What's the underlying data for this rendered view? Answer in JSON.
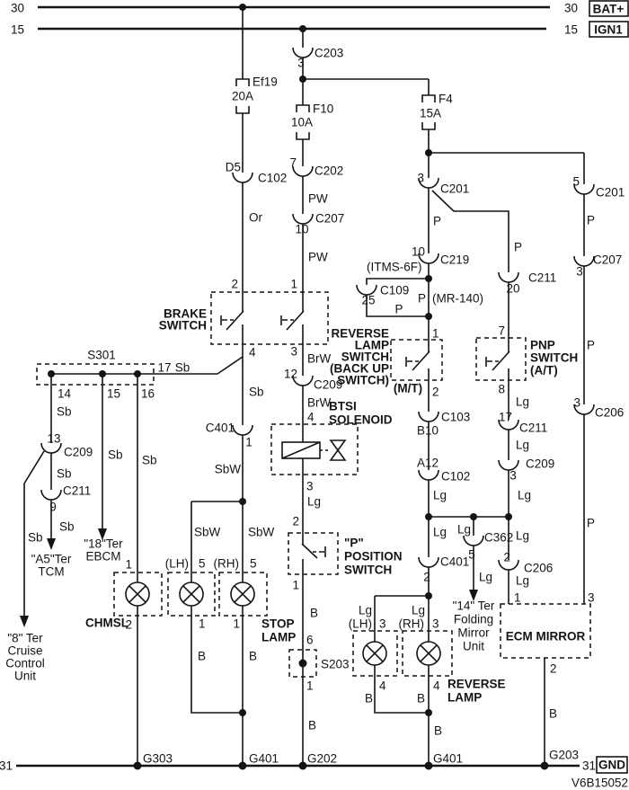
{
  "rails": {
    "r30": {
      "left_num": "30",
      "right_num": "30",
      "tag": "BAT+"
    },
    "r15": {
      "left_num": "15",
      "right_num": "15",
      "tag": "IGN1"
    },
    "r31": {
      "left_num": "31",
      "right_num": "31",
      "tag": "GND"
    }
  },
  "doc_code": "V6B15052",
  "fuses": {
    "ef19": {
      "name": "Ef19",
      "rating": "20A"
    },
    "f10": {
      "name": "F10",
      "rating": "10A"
    },
    "f4": {
      "name": "F4",
      "rating": "15A"
    }
  },
  "wire_colors": {
    "or": "Or",
    "pw": "PW",
    "sb": "Sb",
    "sbw": "SbW",
    "brw": "BrW",
    "lg": "Lg",
    "b": "B",
    "p": "P"
  },
  "connectors": {
    "c203": {
      "pin": "3",
      "name": "C203"
    },
    "c102_d5": {
      "pin": "D5",
      "name": "C102"
    },
    "c202": {
      "pin": "7",
      "name": "C202"
    },
    "c207_10": {
      "pin": "10",
      "name": "C207"
    },
    "c201_3": {
      "pin": "3",
      "name": "C201"
    },
    "c201_5": {
      "pin": "5",
      "name": "C201"
    },
    "c219": {
      "pin": "10",
      "name": "C219"
    },
    "c109": {
      "pin": "25",
      "name": "C109"
    },
    "c211_20": {
      "pin": "20",
      "name": "C211"
    },
    "c207_3": {
      "pin": "3",
      "name": "C207"
    },
    "c209_12": {
      "pin": "12",
      "name": "C209"
    },
    "c209_13": {
      "pin": "13",
      "name": "C209"
    },
    "c211_9": {
      "pin": "9",
      "name": "C211"
    },
    "c211_17": {
      "pin": "17",
      "name": "C211"
    },
    "c209_3": {
      "pin": "3",
      "name": "C209"
    },
    "c206_3": {
      "pin": "3",
      "name": "C206"
    },
    "c103": {
      "pin": "B10",
      "name": "C103"
    },
    "c102_a12": {
      "pin": "A12",
      "name": "C102"
    },
    "c401_1": {
      "pin": "1",
      "name": "C401"
    },
    "c401_2": {
      "pin": "2",
      "name": "C401"
    },
    "c362": {
      "pin": "5",
      "name": "C362"
    },
    "c206_2": {
      "pin": "2",
      "name": "C206"
    }
  },
  "splices": {
    "s301": {
      "name": "S301",
      "pins": {
        "p14": "14",
        "p15": "15",
        "p16": "16",
        "p17": "17"
      }
    },
    "s203": {
      "name": "S203",
      "pins": {
        "p6": "6",
        "p1": "1"
      }
    }
  },
  "components": {
    "brake_switch": {
      "lines": [
        "BRAKE",
        "SWITCH"
      ],
      "pins": {
        "p2": "2",
        "p1": "1",
        "p4": "4",
        "p3": "3"
      }
    },
    "reverse_lamp_switch": {
      "lines": [
        "REVERSE",
        "LAMP",
        "SWITCH",
        "(BACK UP",
        "SWITCH)"
      ],
      "note": "(M/T)",
      "pins": {
        "p1": "1",
        "p2": "2"
      }
    },
    "pnp_switch": {
      "lines": [
        "PNP",
        "SWITCH",
        "(A/T)"
      ],
      "pins": {
        "p7": "7",
        "p8": "8"
      }
    },
    "btsi": {
      "lines": [
        "BTSI",
        "SOLENOID"
      ],
      "pins": {
        "p4": "4",
        "p3": "3"
      }
    },
    "p_position_switch": {
      "lines": [
        "\"P\"",
        "POSITION",
        "SWITCH"
      ],
      "pins": {
        "p2": "2",
        "p1": "1"
      }
    },
    "chmsl": {
      "name": "CHMSL",
      "pins": {
        "p1": "1",
        "p2": "2"
      }
    },
    "stop_lamp": {
      "lines": [
        "STOP",
        "LAMP"
      ],
      "lh": "(LH)",
      "rh": "(RH)",
      "pins": {
        "p5": "5",
        "p1": "1"
      }
    },
    "reverse_lamp": {
      "lines": [
        "REVERSE",
        "LAMP"
      ],
      "lh": "(LH)",
      "rh": "(RH)",
      "pins": {
        "p3": "3",
        "p4": "4"
      }
    },
    "ecm_mirror": {
      "name": "ECM MIRROR",
      "pins": {
        "p1": "1",
        "p3": "3",
        "p2": "2"
      }
    },
    "folding_mirror": {
      "lines": [
        "\"14\" Ter",
        "Folding",
        "Mirror",
        "Unit"
      ]
    },
    "tcm": {
      "lines": [
        "\"A5\"Ter",
        "TCM"
      ]
    },
    "ebcm": {
      "lines": [
        "\"18\"Ter",
        "EBCM"
      ]
    },
    "cruise": {
      "lines": [
        "\"8\" Ter",
        "Cruise",
        "Control",
        "Unit"
      ]
    }
  },
  "notes": {
    "itms": "(ITMS-6F)",
    "mr140": "(MR-140)"
  },
  "grounds": {
    "g303": "G303",
    "g401_stop": "G401",
    "g202": "G202",
    "g401_rev": "G401",
    "g203": "G203"
  }
}
